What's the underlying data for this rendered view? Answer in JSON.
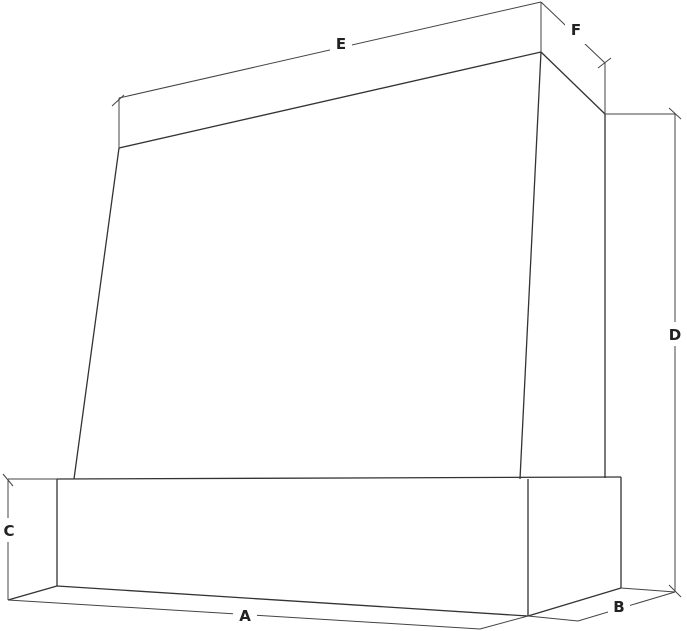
{
  "diagram": {
    "subject": "Range hood dimension drawing",
    "stroke_color": "#333333",
    "labels": {
      "A": "A",
      "B": "B",
      "C": "C",
      "D": "D",
      "E": "E",
      "F": "F"
    }
  }
}
